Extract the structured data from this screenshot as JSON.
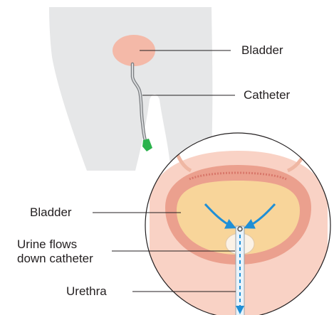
{
  "labels": {
    "bladder_top": "Bladder",
    "catheter": "Catheter",
    "bladder_inset": "Bladder",
    "urine_flow": "Urine flows\ndown catheter",
    "urethra": "Urethra"
  },
  "colors": {
    "body": "#e6e7e8",
    "bladder": "#f4b9a8",
    "catheter": "#7a7d80",
    "catheter_tip": "#2bb24c",
    "inset_outline": "#231f20",
    "tissue_outer": "#f9d2c5",
    "tissue_wall": "#eba08e",
    "urine": "#f8d59a",
    "flow_arrow": "#1f8fd6",
    "leader_line": "#231f20"
  },
  "icons": [
    "flow-arrow-icon"
  ]
}
